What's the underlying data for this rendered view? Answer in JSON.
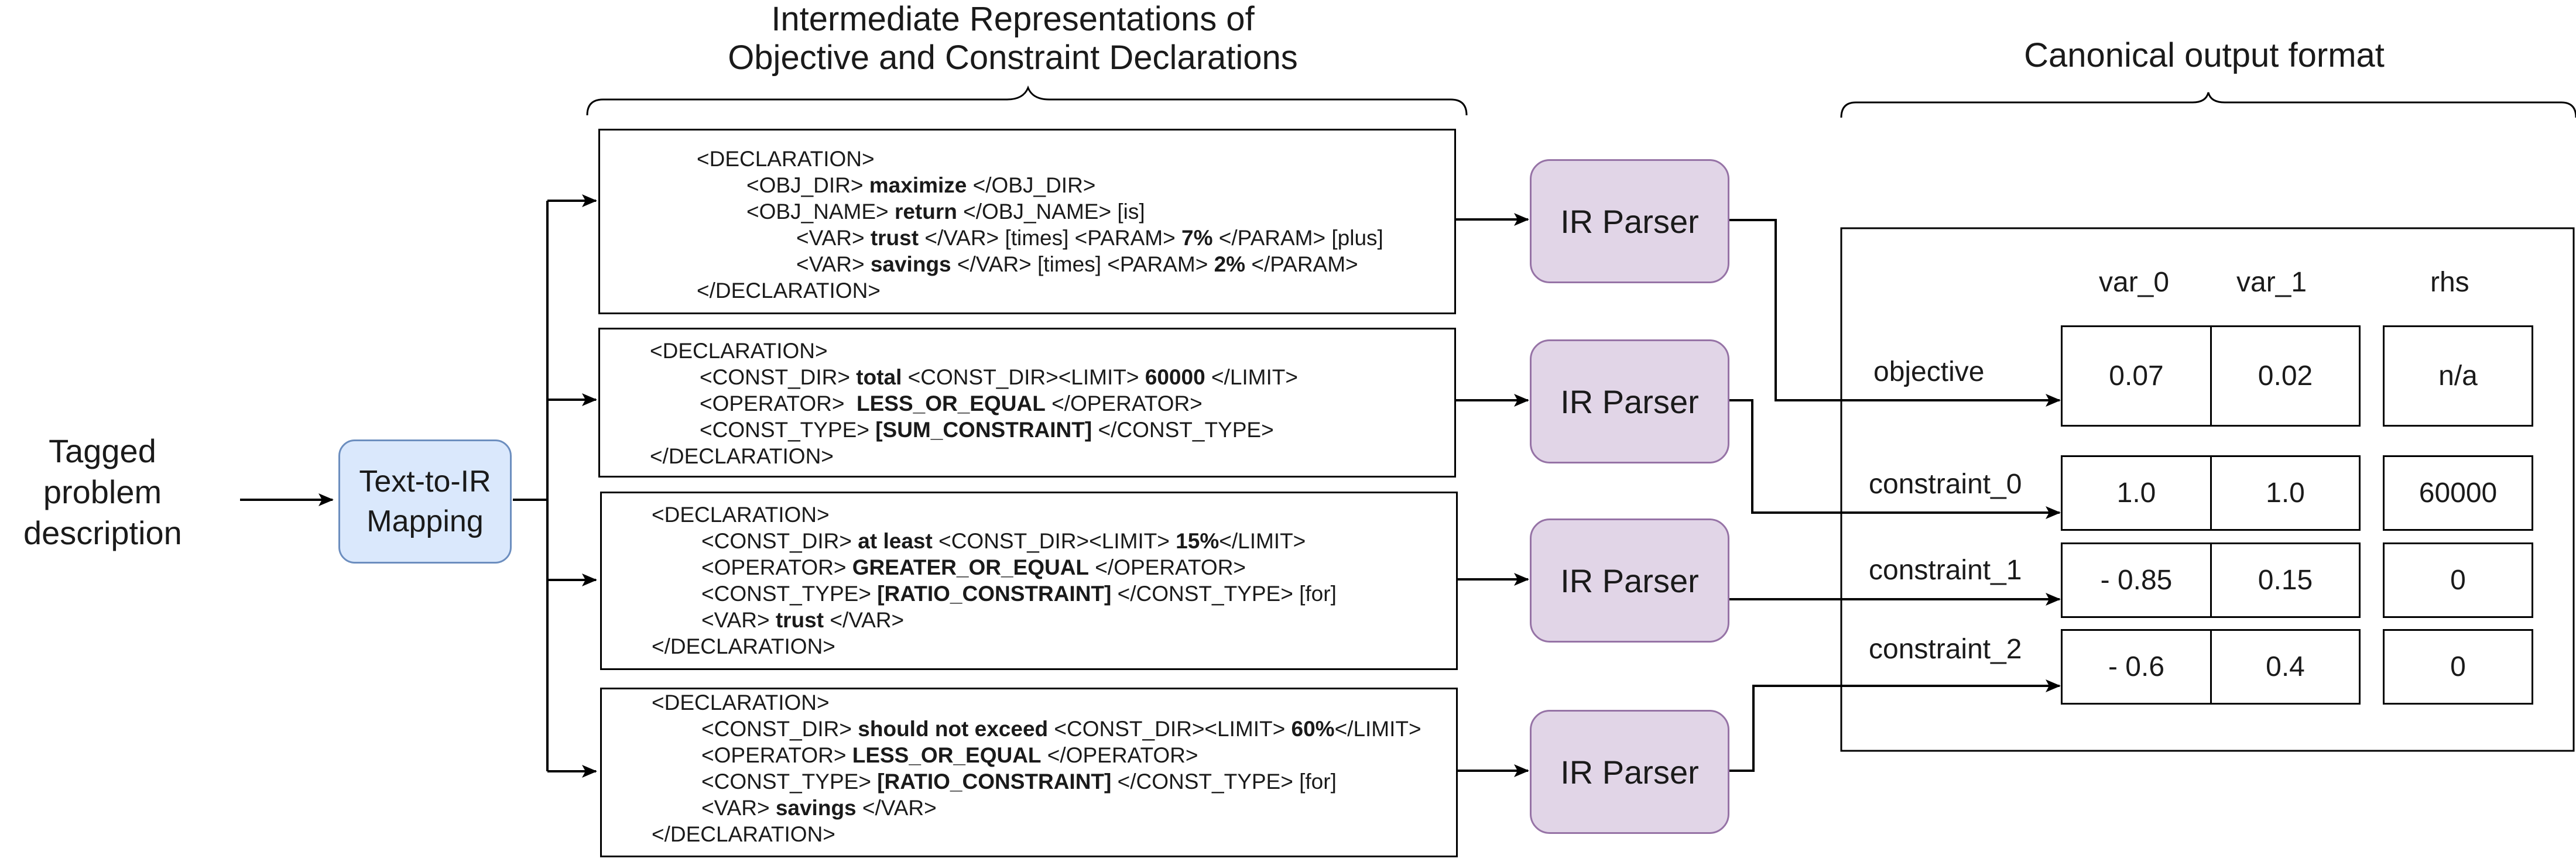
{
  "input_label": "Tagged\nproblem\ndescription",
  "mapping_label": "Text-to-IR\nMapping",
  "ir_heading": "Intermediate Representations of\nObjective and Constraint Declarations",
  "output_heading": "Canonical output format",
  "parser_label": "IR Parser",
  "declarations": [
    {
      "lines": [
        {
          "indent": 0,
          "segments": [
            {
              "t": "<DECLARATION>"
            }
          ]
        },
        {
          "indent": 1,
          "segments": [
            {
              "t": "<OBJ_DIR> "
            },
            {
              "t": "maximize",
              "s": "b"
            },
            {
              "t": " </OBJ_DIR>"
            }
          ]
        },
        {
          "indent": 1,
          "segments": [
            {
              "t": "<OBJ_NAME> "
            },
            {
              "t": "return",
              "s": "b"
            },
            {
              "t": " </OBJ_NAME> [is]"
            }
          ]
        },
        {
          "indent": 2,
          "segments": [
            {
              "t": "<VAR> "
            },
            {
              "t": "trust",
              "s": "b"
            },
            {
              "t": " </VAR> [times] <PARAM> "
            },
            {
              "t": "7%",
              "s": "b"
            },
            {
              "t": " </PARAM> [plus]"
            }
          ]
        },
        {
          "indent": 2,
          "segments": [
            {
              "t": "<VAR> "
            },
            {
              "t": "savings",
              "s": "b"
            },
            {
              "t": " </VAR> [times] <PARAM> "
            },
            {
              "t": "2%",
              "s": "b"
            },
            {
              "t": " </PARAM>"
            }
          ]
        },
        {
          "indent": 0,
          "segments": [
            {
              "t": "</DECLARATION>"
            }
          ]
        }
      ]
    },
    {
      "lines": [
        {
          "indent": 0,
          "segments": [
            {
              "t": "<DECLARATION>"
            }
          ]
        },
        {
          "indent": 1,
          "segments": [
            {
              "t": "<CONST_DIR> "
            },
            {
              "t": "total",
              "s": "b"
            },
            {
              "t": " <CONST_DIR><LIMIT> "
            },
            {
              "t": "60000",
              "s": "b"
            },
            {
              "t": " </LIMIT>"
            }
          ]
        },
        {
          "indent": 1,
          "segments": [
            {
              "t": "<OPERATOR>  "
            },
            {
              "t": "LESS_OR_EQUAL",
              "s": "b"
            },
            {
              "t": " </OPERATOR>"
            }
          ]
        },
        {
          "indent": 1,
          "segments": [
            {
              "t": "<CONST_TYPE> "
            },
            {
              "t": "[SUM_CONSTRAINT]",
              "s": "b"
            },
            {
              "t": " </CONST_TYPE>"
            }
          ]
        },
        {
          "indent": 0,
          "segments": [
            {
              "t": "</DECLARATION>"
            }
          ]
        }
      ]
    },
    {
      "lines": [
        {
          "indent": 0,
          "segments": [
            {
              "t": "<DECLARATION>"
            }
          ]
        },
        {
          "indent": 1,
          "segments": [
            {
              "t": "<CONST_DIR> "
            },
            {
              "t": "at least",
              "s": "b"
            },
            {
              "t": " <CONST_DIR><LIMIT> "
            },
            {
              "t": "15%",
              "s": "b"
            },
            {
              "t": "</LIMIT>"
            }
          ]
        },
        {
          "indent": 1,
          "segments": [
            {
              "t": "<OPERATOR> "
            },
            {
              "t": "GREATER_OR_EQUAL",
              "s": "b"
            },
            {
              "t": " </OPERATOR>"
            }
          ]
        },
        {
          "indent": 1,
          "segments": [
            {
              "t": "<CONST_TYPE> "
            },
            {
              "t": "[RATIO_CONSTRAINT]",
              "s": "b"
            },
            {
              "t": " </CONST_TYPE> [for]"
            }
          ]
        },
        {
          "indent": 1,
          "segments": [
            {
              "t": "<VAR> "
            },
            {
              "t": "trust",
              "s": "b"
            },
            {
              "t": " </VAR>"
            }
          ]
        },
        {
          "indent": 0,
          "segments": [
            {
              "t": "</DECLARATION>"
            }
          ]
        }
      ]
    },
    {
      "lines": [
        {
          "indent": 0,
          "segments": [
            {
              "t": "<DECLARATION>"
            }
          ]
        },
        {
          "indent": 1,
          "segments": [
            {
              "t": "<CONST_DIR> "
            },
            {
              "t": "should not exceed",
              "s": "b"
            },
            {
              "t": " <CONST_DIR><LIMIT> "
            },
            {
              "t": "60%",
              "s": "b"
            },
            {
              "t": "</LIMIT>"
            }
          ]
        },
        {
          "indent": 1,
          "segments": [
            {
              "t": "<OPERATOR> "
            },
            {
              "t": "LESS_OR_EQUAL",
              "s": "b"
            },
            {
              "t": " </OPERATOR>"
            }
          ]
        },
        {
          "indent": 1,
          "segments": [
            {
              "t": "<CONST_TYPE> "
            },
            {
              "t": "[RATIO_CONSTRAINT]",
              "s": "b"
            },
            {
              "t": " </CONST_TYPE> [for]"
            }
          ]
        },
        {
          "indent": 1,
          "segments": [
            {
              "t": "<VAR> "
            },
            {
              "t": "savings",
              "s": "b"
            },
            {
              "t": " </VAR>"
            }
          ]
        },
        {
          "indent": 0,
          "segments": [
            {
              "t": "</DECLARATION>"
            }
          ]
        }
      ]
    }
  ],
  "table": {
    "columns": [
      "var_0",
      "var_1",
      "rhs"
    ],
    "rows": [
      {
        "label": "objective",
        "cells": [
          "0.07",
          "0.02",
          "n/a"
        ]
      },
      {
        "label": "constraint_0",
        "cells": [
          "1.0",
          "1.0",
          "60000"
        ]
      },
      {
        "label": "constraint_1",
        "cells": [
          "- 0.85",
          "0.15",
          "0"
        ]
      },
      {
        "label": "constraint_2",
        "cells": [
          "- 0.6",
          "0.4",
          "0"
        ]
      }
    ]
  },
  "colors": {
    "mapping_fill": "#dae8fc",
    "mapping_stroke": "#6c8ebf",
    "parser_fill": "#e1d5e7",
    "parser_stroke": "#9673a6",
    "line": "#000000"
  }
}
